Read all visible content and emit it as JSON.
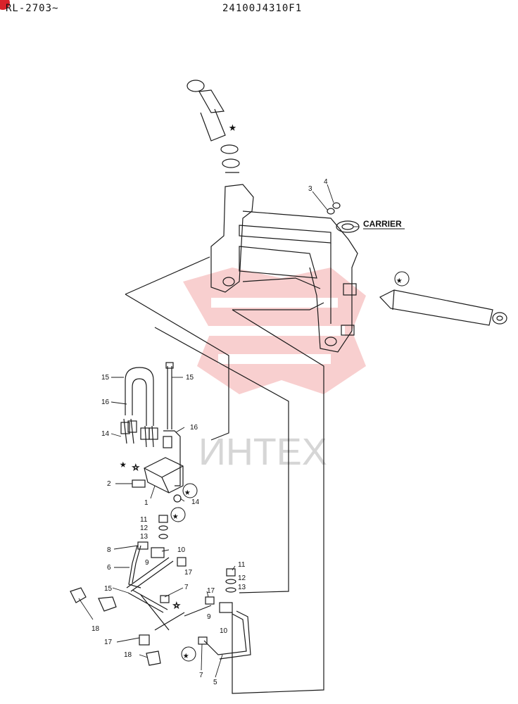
{
  "header": {
    "left_code": "RL-2703~",
    "right_code": "24100J4310F1"
  },
  "watermark": {
    "text": "ИНТЕХ",
    "color": "#f2b8b8"
  },
  "labels": {
    "carrier": "CARRIER",
    "p1": "1",
    "p2": "2",
    "p3": "3",
    "p4": "4",
    "p5": "5",
    "p6": "6",
    "p7": "7",
    "p8": "8",
    "p9": "9",
    "p10": "10",
    "p11": "11",
    "p12": "12",
    "p13": "13",
    "p14": "14",
    "p15": "15",
    "p16": "16",
    "p17": "17",
    "p18": "18"
  },
  "colors": {
    "line": "#1a1a1a",
    "badge": "#d9232a"
  }
}
